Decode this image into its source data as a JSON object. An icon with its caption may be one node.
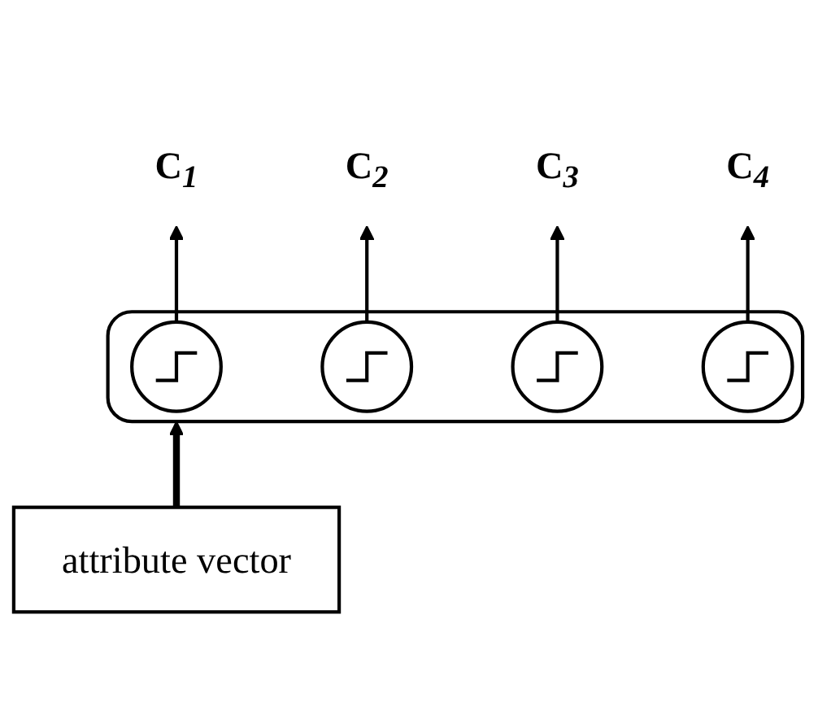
{
  "diagram": {
    "nodes": [
      {
        "text": [],
        "shape": "box"
      },
      {
        "text": [],
        "shape": "circle",
        "in": 0
      },
      {
        "text": [],
        "shape": "circle",
        "in": 0
      },
      {
        "text": [],
        "shape": "circle",
        "in": 0
      },
      {
        "text": [],
        "shape": "circle",
        "in": 0
      },
      {
        "text": [
          "C$_{1}$"
        ]
      },
      {
        "text": [
          "C$_{2}$"
        ]
      },
      {
        "text": [
          "C$_{3}$"
        ]
      },
      {
        "text": [
          "C$_{4}$"
        ]
      },
      {
        "text": [
          "attribute vector"
        ]
      }
    ],
    "edges": [
      {
        "from": 1,
        "to": 5,
        "arrow": "to"
      },
      {
        "from": 2,
        "to": 6,
        "arrow": "to"
      },
      {
        "from": 3,
        "to": 7,
        "arrow": "to"
      },
      {
        "from": 4,
        "to": 8,
        "arrow": "to"
      },
      {
        "from": 9,
        "to": 0,
        "arrow": "to",
        "style": "thick"
      }
    ]
  }
}
